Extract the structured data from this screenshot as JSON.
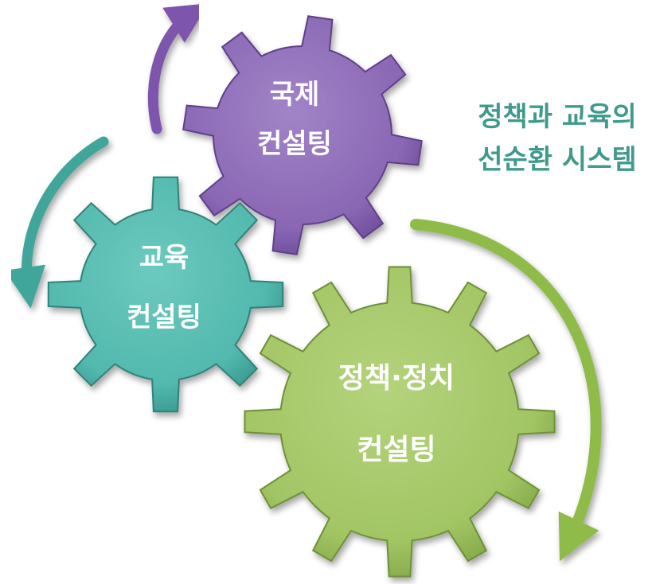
{
  "caption": {
    "line1": "정책과 교육의",
    "line2": "선순환 시스템",
    "color": "#3f9a8c"
  },
  "gears": [
    {
      "id": "international",
      "line1": "국제",
      "line2": "컨설팅",
      "color": "#8a67b4",
      "dark": "#5e3f8a"
    },
    {
      "id": "education",
      "line1": "교육",
      "line2": "컨설팅",
      "color": "#52b8ad",
      "dark": "#2f8379"
    },
    {
      "id": "policy",
      "line1": "정책·정치",
      "line2": "컨설팅",
      "color": "#a2c564",
      "dark": "#6e9135"
    }
  ],
  "arrows": [
    {
      "id": "to-international",
      "color": "#7e55ac"
    },
    {
      "id": "to-education",
      "color": "#3fa69b"
    },
    {
      "id": "to-policy",
      "color": "#8fbc4a"
    }
  ]
}
